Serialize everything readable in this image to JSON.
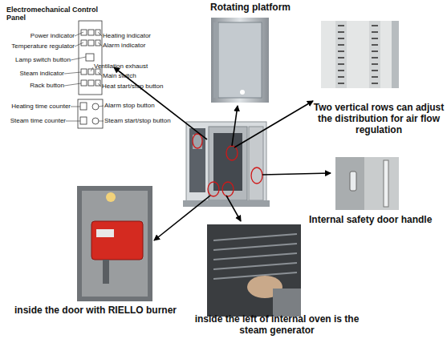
{
  "diagram": {
    "labels": [
      "Electromechanical Control Panel",
      "Power indicator",
      "Heating indicator",
      "Temperature regulator",
      "Alarm indicator",
      "Lamp switch button",
      "Ventilation exhaust",
      "Main switch",
      "Steam indicator",
      "Rack button",
      "Heat start/stop button",
      "Heating time counter",
      "Alarm stop button",
      "Steam time counter",
      "Steam start/stop button",
      "Rotating platform",
      "Two vertical rows can adjust the distribution for air flow regulation",
      "Internal safety door handle",
      "inside the door with RIELLO burner",
      "inside the left of internal oven is the steam generator"
    ]
  }
}
